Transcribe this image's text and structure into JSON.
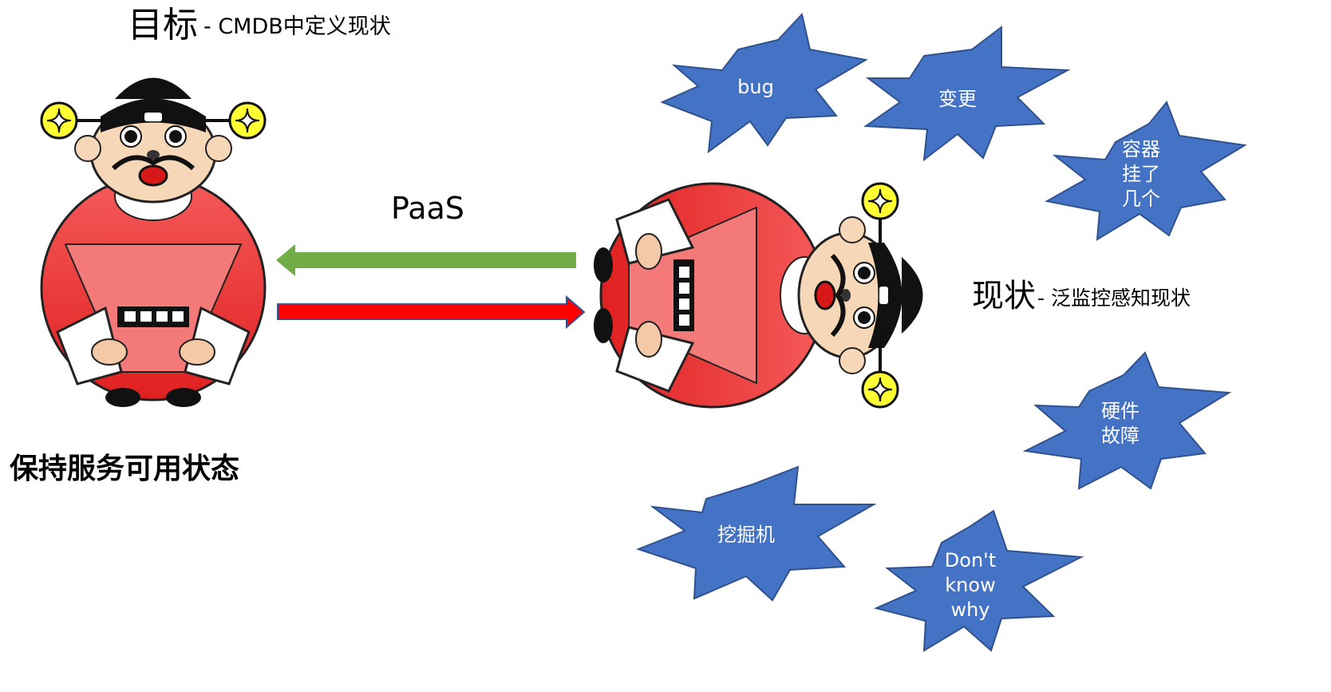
{
  "goal": {
    "title": "目标",
    "subtitle": "- CMDB中定义现状"
  },
  "status": {
    "title": "现状",
    "subtitle": "- 泛监控感知现状"
  },
  "arrow_label": "PaaS",
  "keep_label": "保持服务可用状态",
  "bursts": [
    {
      "label": "bug"
    },
    {
      "label": "变更"
    },
    {
      "label": "容器\n挂了\n几个"
    },
    {
      "label": "硬件\n故障"
    },
    {
      "label": "挖掘机"
    },
    {
      "label": "Don't\nknow\nwhy"
    }
  ],
  "colors": {
    "burst_fill": "#4472c4",
    "burst_stroke": "#2f528f",
    "arrow_left": "#70ad47",
    "arrow_right": "#ff0000",
    "arrow_right_outline": "#2f5597",
    "robe": "#f05050",
    "hat": "#111111",
    "coin": "#ffff33"
  }
}
